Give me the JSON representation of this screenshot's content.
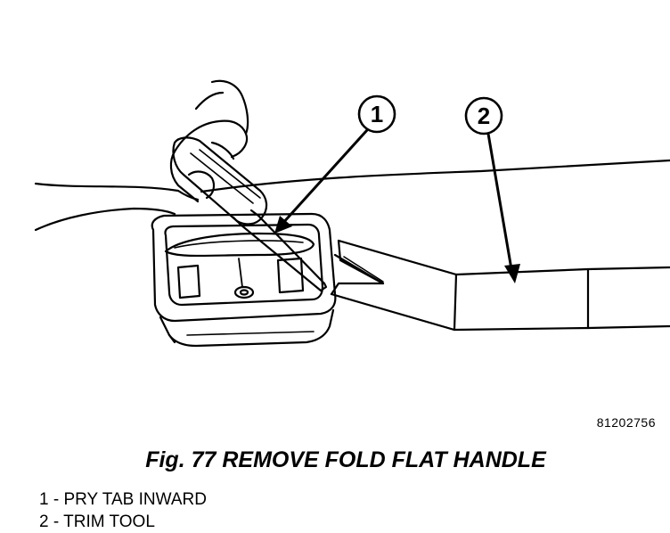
{
  "callouts": [
    {
      "number": "1"
    },
    {
      "number": "2"
    }
  ],
  "figure_code": "81202756",
  "caption": "Fig. 77 REMOVE FOLD FLAT HANDLE",
  "legend": [
    {
      "number": "1",
      "separator": " - ",
      "text": "PRY TAB INWARD"
    },
    {
      "number": "2",
      "separator": " - ",
      "text": "TRIM TOOL"
    }
  ]
}
